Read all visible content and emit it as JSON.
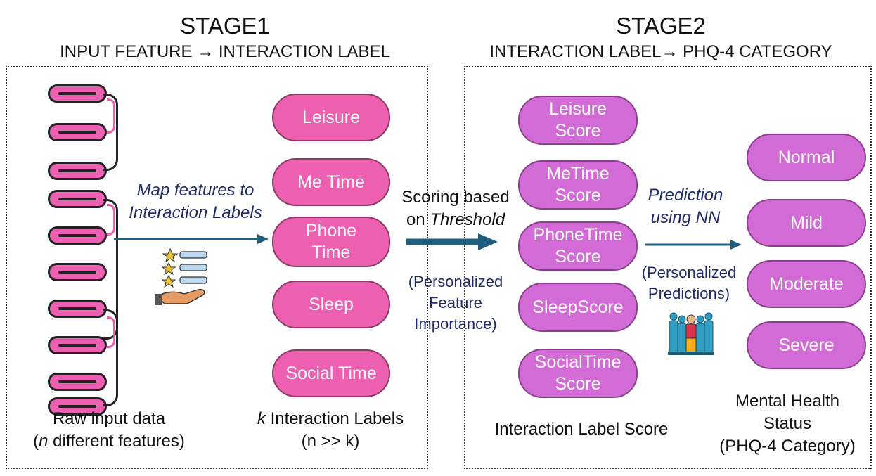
{
  "stage1": {
    "title": "STAGE1",
    "subtitle": "INPUT FEATURE → INTERACTION LABEL"
  },
  "stage2": {
    "title": "STAGE2",
    "subtitle": "INTERACTION LABEL→ PHQ-4 CATEGORY"
  },
  "input": {
    "caption_line1": "Raw input data",
    "caption_line2_var": "n",
    "caption_line2_rest": " different features)",
    "caption_line2_open": "("
  },
  "map_step": {
    "line1": "Map features to",
    "line2": "Interaction Labels"
  },
  "labels": {
    "items": [
      "Leisure",
      "Me Time",
      "Phone Time",
      "Sleep",
      "Social Time"
    ],
    "phone_line1": "Phone",
    "phone_line2": "Time",
    "caption_var": "k",
    "caption_rest": " Interaction Labels",
    "caption_line2": "(n >> k)"
  },
  "scoring": {
    "line1": "Scoring based",
    "line2_pre": "on ",
    "line2_em": "Threshold",
    "note_line1": "(Personalized",
    "note_line2": "Feature",
    "note_line3": "Importance)"
  },
  "scores": {
    "leisure": [
      "Leisure",
      "Score"
    ],
    "metime": [
      "MeTime",
      "Score"
    ],
    "phonetime": [
      "PhoneTime",
      "Score"
    ],
    "sleep": "SleepScore",
    "social": [
      "SocialTime",
      "Score"
    ],
    "caption": "Interaction Label Score"
  },
  "prediction": {
    "line1": "Prediction",
    "line2": "using NN",
    "note_line1": "(Personalized",
    "note_line2": "Predictions)"
  },
  "categories": {
    "items": [
      "Normal",
      "Mild",
      "Moderate",
      "Severe"
    ],
    "caption_line1": "Mental Health",
    "caption_line2": "Status",
    "caption_line3": "(PHQ-4 Category)"
  },
  "colors": {
    "pink_pill": "#ec5fb1",
    "violet_pill": "#d36bd6",
    "arrow": "#1f5f7d",
    "blue_text": "#1f2c6b"
  }
}
